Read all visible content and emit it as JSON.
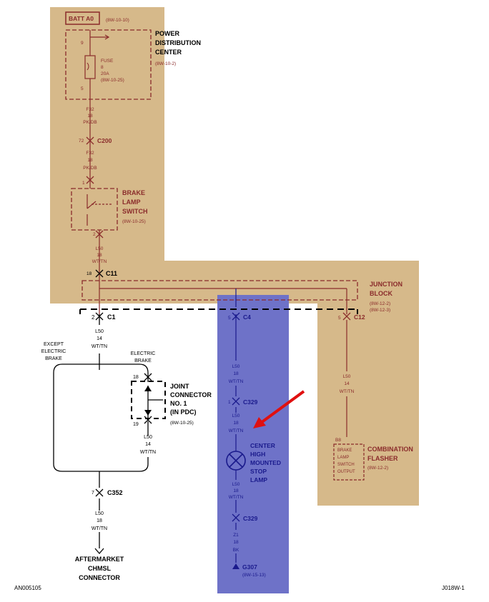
{
  "colors": {
    "tan": "#d6b98a",
    "blue": "#6e72c8",
    "brown": "#8a2b2b",
    "navy": "#1a1a8c",
    "arrow": "#e01010",
    "ink": "#000000"
  },
  "top": {
    "batt_label": "BATT A0",
    "batt_ref": "(8W-10-10)",
    "pdc_title": [
      "POWER",
      "DISTRIBUTION",
      "CENTER"
    ],
    "pdc_ref": "(8W-10-2)",
    "fuse_lines": [
      "FUSE",
      "8",
      "20A",
      "(8W-10-25)"
    ],
    "pin_9": "9",
    "pin_5": "5",
    "wire_1": [
      "F32",
      "18",
      "PK/DB"
    ],
    "c200_pin": "72",
    "c200": "C200",
    "wire_2": [
      "F32",
      "18",
      "PK/DB"
    ],
    "bls_pin_1": "1",
    "bls_title": [
      "BRAKE",
      "LAMP",
      "SWITCH"
    ],
    "bls_ref": "(8W-10-25)",
    "bls_pin_2": "2",
    "wire_3": [
      "L50",
      "18",
      "WT/TN"
    ]
  },
  "junction": {
    "c11_pin": "18",
    "c11": "C11",
    "title": [
      "JUNCTION",
      "BLOCK"
    ],
    "refs": [
      "(8W-12-2)",
      "(8W-12-3)"
    ],
    "c1_pin": "2",
    "c1": "C1",
    "c4_pin": "5",
    "c4": "C4",
    "c12_pin": "5",
    "c12": "C12"
  },
  "left": {
    "wire_1": [
      "L50",
      "14",
      "WT/TN"
    ],
    "except_label": [
      "EXCEPT",
      "ELECTRIC",
      "BRAKE"
    ],
    "electric_label": [
      "ELECTRIC",
      "BRAKE"
    ],
    "jc_pin_top": "18",
    "jc_pin_bottom": "19",
    "jc_title": [
      "JOINT",
      "CONNECTOR",
      "NO. 1",
      "(IN PDC)"
    ],
    "jc_ref": "(8W-10-25)",
    "wire_2": [
      "L50",
      "14",
      "WT/TN"
    ],
    "c352_pin": "7",
    "c352": "C352",
    "wire_3": [
      "L50",
      "18",
      "WT/TN"
    ],
    "chmsl_label": [
      "AFTERMARKET",
      "CHMSL",
      "CONNECTOR"
    ]
  },
  "center": {
    "wire_1": [
      "L50",
      "18",
      "WT/TN"
    ],
    "c329_pin": "1",
    "c329": "C329",
    "wire_2": [
      "L50",
      "18",
      "WT/TN"
    ],
    "lamp_label": [
      "CENTER",
      "HIGH",
      "MOUNTED",
      "STOP",
      "LAMP"
    ],
    "wire_3": [
      "L50",
      "18",
      "WT/TN"
    ],
    "c329b": "C329",
    "wire_4": [
      "Z1",
      "18",
      "BK"
    ],
    "ground": "G307",
    "ground_ref": "(8W-15-13)"
  },
  "right": {
    "wire": [
      "L50",
      "14",
      "WT/TN"
    ],
    "pin": "B8",
    "box_lines": [
      "BRAKE",
      "LAMP",
      "SWITCH",
      "OUTPUT"
    ],
    "title": [
      "COMBINATION",
      "FLASHER"
    ],
    "ref": "(8W-12-2)"
  },
  "footer": {
    "left_code": "AN005105",
    "right_code": "J018W-1"
  }
}
